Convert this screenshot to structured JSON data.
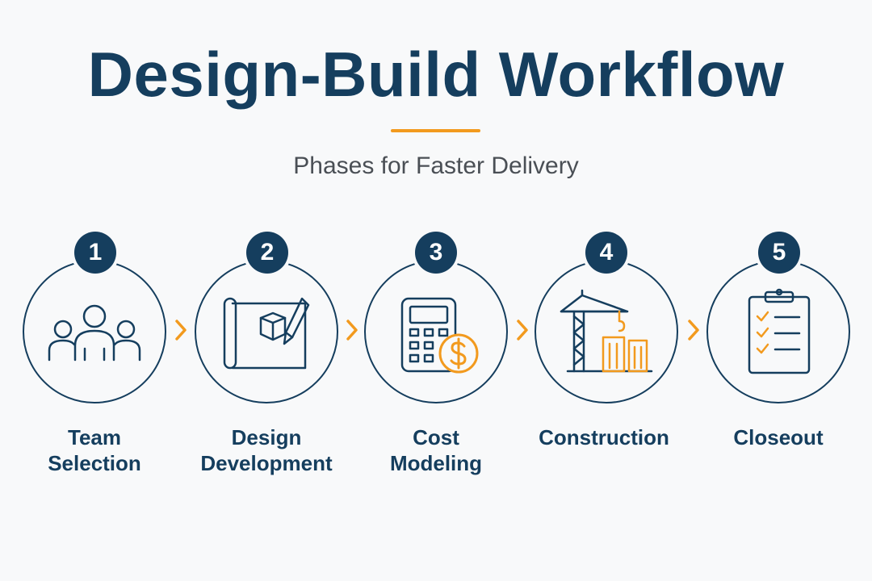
{
  "title": "Design-Build Workflow",
  "subtitle": "Phases for Faster Delivery",
  "colors": {
    "primary": "#153e5e",
    "accent": "#f29a1e",
    "subtitle": "#4a4f55",
    "background": "#f8f9fa"
  },
  "steps": [
    {
      "number": "1",
      "label_lines": [
        "Team",
        "Selection"
      ],
      "icon": "people-group-icon"
    },
    {
      "number": "2",
      "label_lines": [
        "Design",
        "Development"
      ],
      "icon": "blueprint-pencil-icon"
    },
    {
      "number": "3",
      "label_lines": [
        "Cost",
        "Modeling"
      ],
      "icon": "calculator-dollar-icon"
    },
    {
      "number": "4",
      "label_lines": [
        "Construction"
      ],
      "icon": "crane-building-icon"
    },
    {
      "number": "5",
      "label_lines": [
        "Closeout"
      ],
      "icon": "clipboard-checklist-icon"
    }
  ]
}
